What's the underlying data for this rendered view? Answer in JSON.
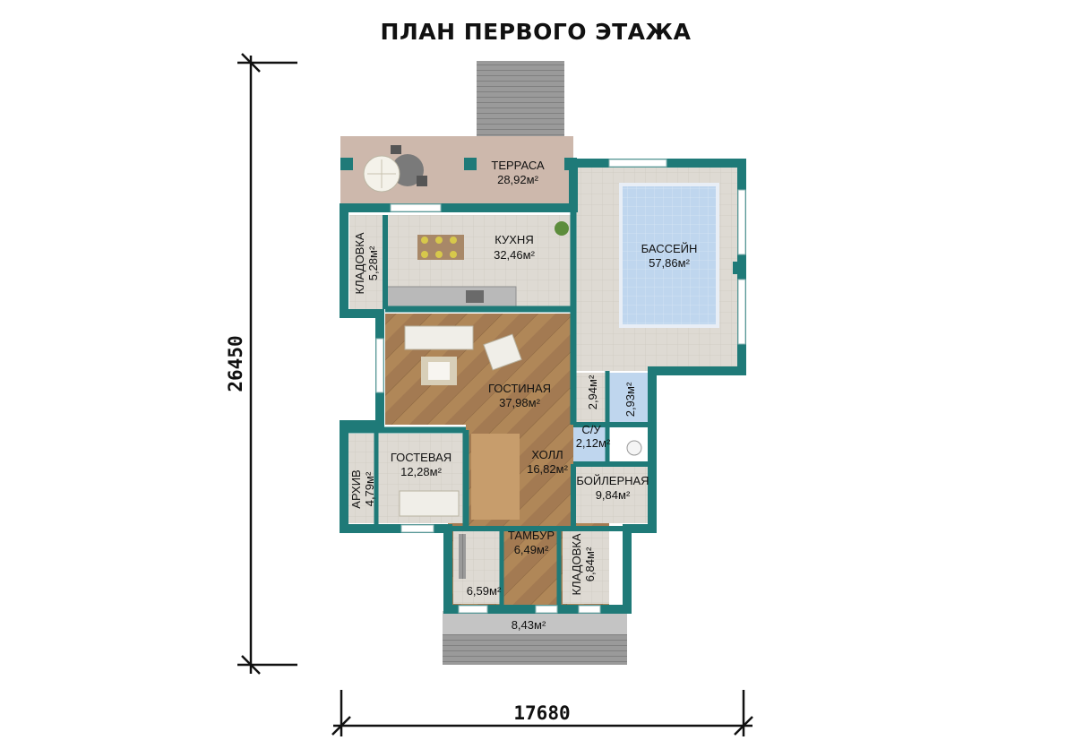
{
  "title": "ПЛАН ПЕРВОГО ЭТАЖА",
  "dimensions": {
    "height": "26450",
    "width": "17680"
  },
  "rooms": {
    "terrace": {
      "name": "ТЕРРАСА",
      "area": "28,92м²"
    },
    "pool": {
      "name": "БАССЕЙН",
      "area": "57,86м²"
    },
    "kitchen": {
      "name": "КУХНЯ",
      "area": "32,46м²"
    },
    "storage_north": {
      "name": "КЛАДОВКА",
      "area": "5,28м²"
    },
    "living": {
      "name": "ГОСТИНАЯ",
      "area": "37,98м²"
    },
    "room_294": {
      "name": "",
      "area": "2,94м²"
    },
    "room_293": {
      "name": "",
      "area": "2,93м²"
    },
    "wc": {
      "name": "С/У",
      "area": "2,12м²"
    },
    "guest": {
      "name": "ГОСТЕВАЯ",
      "area": "12,28м²"
    },
    "archive": {
      "name": "АРХИВ",
      "area": "4,79м²"
    },
    "hall": {
      "name": "ХОЛЛ",
      "area": "16,82м²"
    },
    "boiler": {
      "name": "БОЙЛЕРНАЯ",
      "area": "9,84м²"
    },
    "vestibule": {
      "name": "ТАМБУР",
      "area": "6,49м²"
    },
    "storage_south": {
      "name": "КЛАДОВКА",
      "area": "6,84м²"
    },
    "wardrobe": {
      "name": "",
      "area": "6,59м²"
    },
    "porch": {
      "name": "",
      "area": "8,43м²"
    }
  },
  "colors": {
    "wall": "#1f7a78",
    "terrace_floor": "#cdb8ac",
    "tile_floor": "#dedad3",
    "wood_floor": "#a37a52",
    "pool_water": "#bfd6ee",
    "porch_floor": "#c4c4c4",
    "stairs": "#8a8a8a"
  }
}
